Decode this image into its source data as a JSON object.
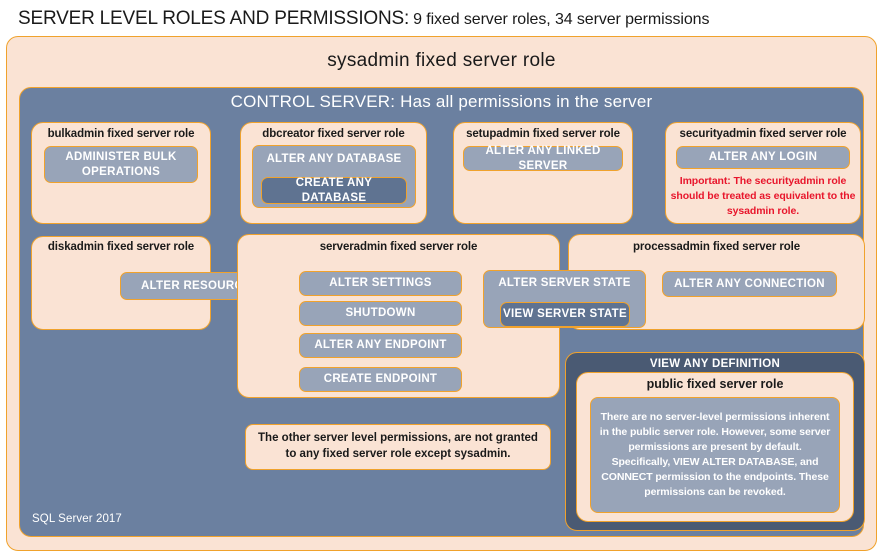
{
  "title": {
    "strong": "SERVER LEVEL ROLES AND PERMISSIONS:",
    "rest": "9 fixed server roles, 34 server permissions"
  },
  "sysadmin": {
    "label": "sysadmin  fixed  server  role"
  },
  "control_server": {
    "label": "CONTROL SERVER: Has all permissions in the server"
  },
  "roles": {
    "bulkadmin": {
      "title": "bulkadmin  fixed server role",
      "permission": "ADMINISTER  BULK OPERATIONS"
    },
    "dbcreator": {
      "title": "dbcreator fixed  server role",
      "permission_outer": "ALTER ANY DATABASE",
      "permission_inner": "CREATE  ANY DATABASE"
    },
    "setupadmin": {
      "title": "setupadmin fixed server role",
      "permission": "ALTER ANY LINKED SERVER"
    },
    "securityadmin": {
      "title": "securityadmin  fixed server role",
      "permission": "ALTER ANY LOGIN",
      "note": "Important:  The securityadmin role should  be treated as equivalent to the  sysadmin role."
    },
    "diskadmin": {
      "title": "diskadmin  fixed server role",
      "permission": "ALTER RESOURCES"
    },
    "serveradmin": {
      "title": "serveradmin fixed server role",
      "permissions": [
        "ALTER SETTINGS",
        "SHUTDOWN",
        "ALTER ANY ENDPOINT",
        "CREATE  ENDPOINT"
      ]
    },
    "server_state": {
      "permission_outer": "ALTER SERVER STATE",
      "permission_inner": "VIEW SERVER STATE"
    },
    "processadmin": {
      "title": "processadmin fixed server role",
      "permission": "ALTER ANY CONNECTION"
    },
    "public": {
      "view_any_definition": "VIEW ANY DEFINITION",
      "title": "public  fixed server role",
      "body": "There are no server-level permissions inherent in the public server role. However, some server permissions are present by default. Specifically, VIEW ALTER DATABASE, and CONNECT permission to the endpoints. These permissions can be revoked."
    }
  },
  "notes": {
    "other_permissions": "The other server level permissions,  are not granted to any fixed server role except sysadmin."
  },
  "footer": {
    "label": "SQL Server 2017"
  },
  "colors": {
    "peach": "#fae3d4",
    "gold_border": "#f0a22c",
    "slate": "#6b80a0",
    "slate_dark": "#4a5a73",
    "pill": "#98a4b8",
    "pill_dark": "#5f7391",
    "warning_red": "#e8162c",
    "text_dark": "#1a1a1a",
    "text_light": "#ffffff"
  }
}
